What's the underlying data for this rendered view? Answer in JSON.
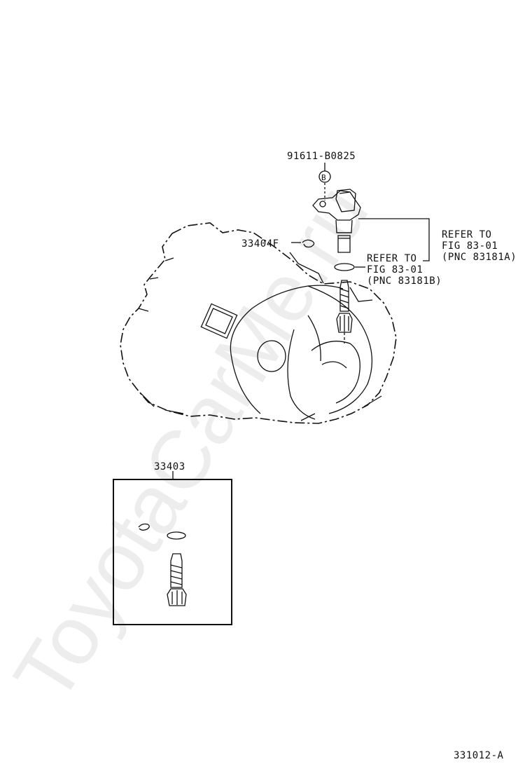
{
  "labels": {
    "sensor_bolt": "91611-B0825",
    "sensor_bolt_marker": "B",
    "clip": "33404F",
    "drive_kit": "33403",
    "diagram_code": "331012-A"
  },
  "refer_a": {
    "line1": "REFER TO",
    "line2": "FIG 83-01",
    "line3": "(PNC 83181A)"
  },
  "refer_b": {
    "line1": "REFER TO",
    "line2": "FIG 83-01",
    "line3": "(PNC 83181B)"
  },
  "watermark": "ToyotaCarMe.ru"
}
